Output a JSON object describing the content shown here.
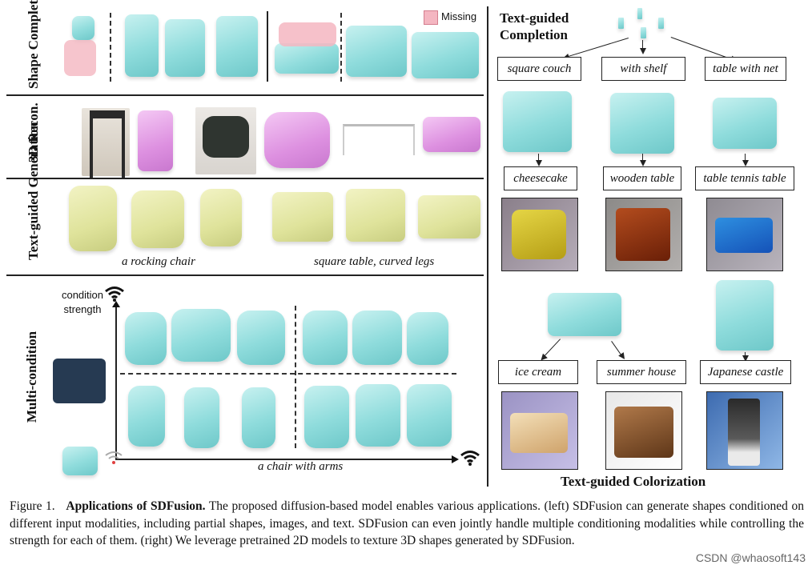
{
  "rows": {
    "shape_completion": "Shape Completion",
    "recon": "3D Recon.",
    "text_generation": "Text-guided Generation",
    "multi_condition": "Multi-condition"
  },
  "legend": {
    "missing": "Missing",
    "missing_color": "#f4b6c1"
  },
  "captions": {
    "rocking_chair": "a rocking chair",
    "square_table": "square table, curved legs",
    "chair_with_arms": "a chair with arms",
    "condition_strength": "condition strength"
  },
  "right": {
    "completion_title": "Text-guided Completion",
    "top_prompts": [
      "square couch",
      "with shelf",
      "table with net"
    ],
    "mid_prompts": [
      "cheesecake",
      "wooden table",
      "table tennis table"
    ],
    "bottom_prompts": [
      "ice cream",
      "summer house",
      "Japanese castle"
    ],
    "colorization_title": "Text-guided Colorization"
  },
  "caption": {
    "label": "Figure 1.",
    "title": "Applications of SDFusion.",
    "body": "The proposed diffusion-based model enables various applications. (left) SDFusion can generate shapes conditioned on different input modalities, including partial shapes, images, and text. SDFusion can even jointly handle multiple conditioning modalities while controlling the strength for each of them. (right) We leverage pretrained 2D models to texture 3D shapes generated by SDFusion."
  },
  "watermark": "CSDN @whaosoft143",
  "colors": {
    "teal": "#8fdcdc",
    "pink": "#dd90e0",
    "olive": "#dfe39b"
  }
}
